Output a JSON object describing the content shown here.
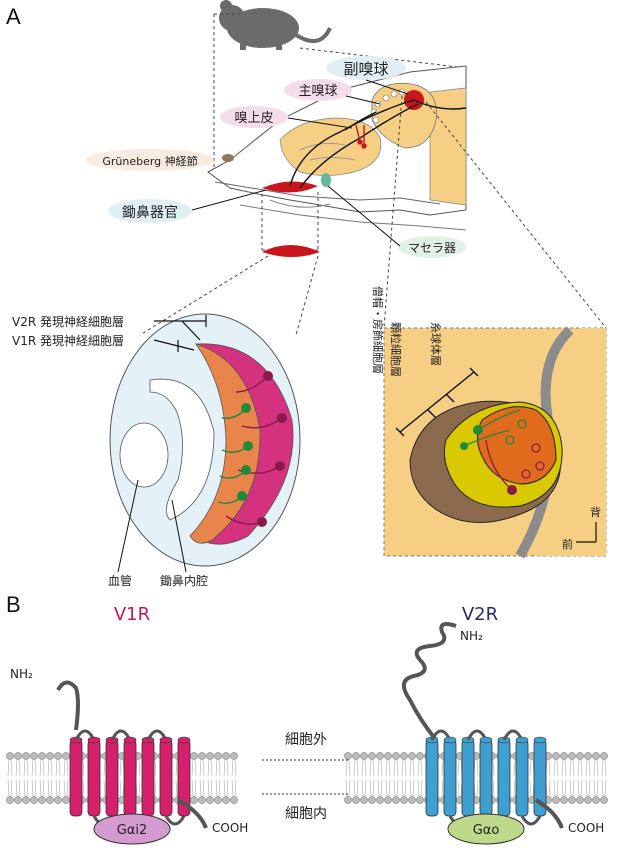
{
  "panels": {
    "a": "A",
    "b": "B"
  },
  "panel_a": {
    "labels": {
      "accessory_bulb": "副嗅球",
      "main_bulb": "主嗅球",
      "olfactory_epithelium": "嗅上皮",
      "grueneberg": "Grüneberg 神経節",
      "vomeronasal_organ": "鋤鼻器官",
      "septal_organ": "マセラ器",
      "v2r_layer": "V2R 発現神経細胞層",
      "v1r_layer": "V1R 発現神経細胞層",
      "blood_vessel": "血管",
      "vno_lumen": "鋤鼻内腔",
      "mitral_layer": "僧帽・房飾細胞層",
      "glomerular_layer": "糸球体層",
      "granule_layer": "顆粒細胞層",
      "dorsal": "背",
      "anterior": "前"
    },
    "colors": {
      "bulb_fill": "#f6cf84",
      "vno_red": "#c8161d",
      "v1r_orange": "#e9844b",
      "v2r_magenta": "#d4317f",
      "lumen_blue": "#e4f1f6",
      "neuron_green": "#1f8a3a",
      "neuron_purple": "#8a1a4a",
      "glomerular_yellow": "#d9c900",
      "granule_brown": "#8c6a4e"
    }
  },
  "panel_b": {
    "v1r": {
      "title": "V1R",
      "g_protein": "Gαi2",
      "nh2": "NH₂",
      "cooh": "COOH",
      "color": "#d6206c",
      "g_color": "#d49bd0"
    },
    "v2r": {
      "title": "V2R",
      "g_protein": "Gαo",
      "nh2": "NH₂",
      "cooh": "COOH",
      "color": "#3f9fd0",
      "g_color": "#bfd98a"
    },
    "extracellular": "細胞外",
    "intracellular": "細胞内"
  }
}
